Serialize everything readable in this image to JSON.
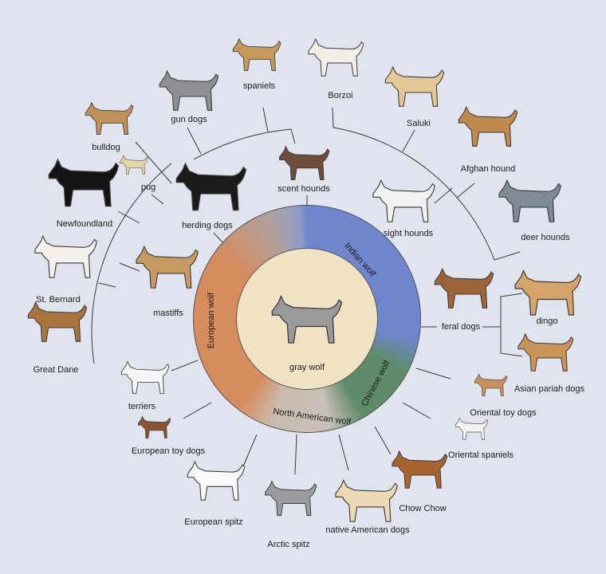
{
  "center": {
    "label": "gray wolf",
    "color": "#9a9a9a"
  },
  "ring": [
    {
      "label": "Indian wolf",
      "color": "#6f86cc"
    },
    {
      "label": "Chinese wolf",
      "color": "#5f8c68"
    },
    {
      "label": "North American wolf",
      "color": "#c7bfb8"
    },
    {
      "label": "European wolf",
      "color": "#d68c5c"
    }
  ],
  "dogs": [
    {
      "label": "spaniels",
      "color": "#c49a5c"
    },
    {
      "label": "Borzoi",
      "color": "#f4efe6"
    },
    {
      "label": "gun dogs",
      "color": "#8d8f94"
    },
    {
      "label": "Saluki",
      "color": "#e2c894"
    },
    {
      "label": "bulldog",
      "color": "#c0925a"
    },
    {
      "label": "Afghan hound",
      "color": "#c08a4c"
    },
    {
      "label": "pug",
      "color": "#e6d3a8"
    },
    {
      "label": "scent hounds",
      "color": "#6e4e3a"
    },
    {
      "label": "Newfoundland",
      "color": "#141414"
    },
    {
      "label": "herding dogs",
      "color": "#1a1a1a"
    },
    {
      "label": "sight hounds",
      "color": "#f2f2f2"
    },
    {
      "label": "deer hounds",
      "color": "#7f8a96"
    },
    {
      "label": "St. Bernard",
      "color": "#f5f0ea"
    },
    {
      "label": "mastiffs",
      "color": "#c79a62"
    },
    {
      "label": "feral dogs",
      "color": "#9c6438"
    },
    {
      "label": "dingo",
      "color": "#d4a46a"
    },
    {
      "label": "Great Dane",
      "color": "#a8743e"
    },
    {
      "label": "Asian pariah dogs",
      "color": "#c89458"
    },
    {
      "label": "terriers",
      "color": "#f5f5f5"
    },
    {
      "label": "Oriental toy dogs",
      "color": "#c89060"
    },
    {
      "label": "European toy dogs",
      "color": "#8a5234"
    },
    {
      "label": "Oriental spaniels",
      "color": "#f2f2f2"
    },
    {
      "label": "Chow Chow",
      "color": "#a8622e"
    },
    {
      "label": "European spitz",
      "color": "#fafafa"
    },
    {
      "label": "native American dogs",
      "color": "#ead9b4"
    },
    {
      "label": "Arctic spitz",
      "color": "#9a9ca2"
    }
  ]
}
